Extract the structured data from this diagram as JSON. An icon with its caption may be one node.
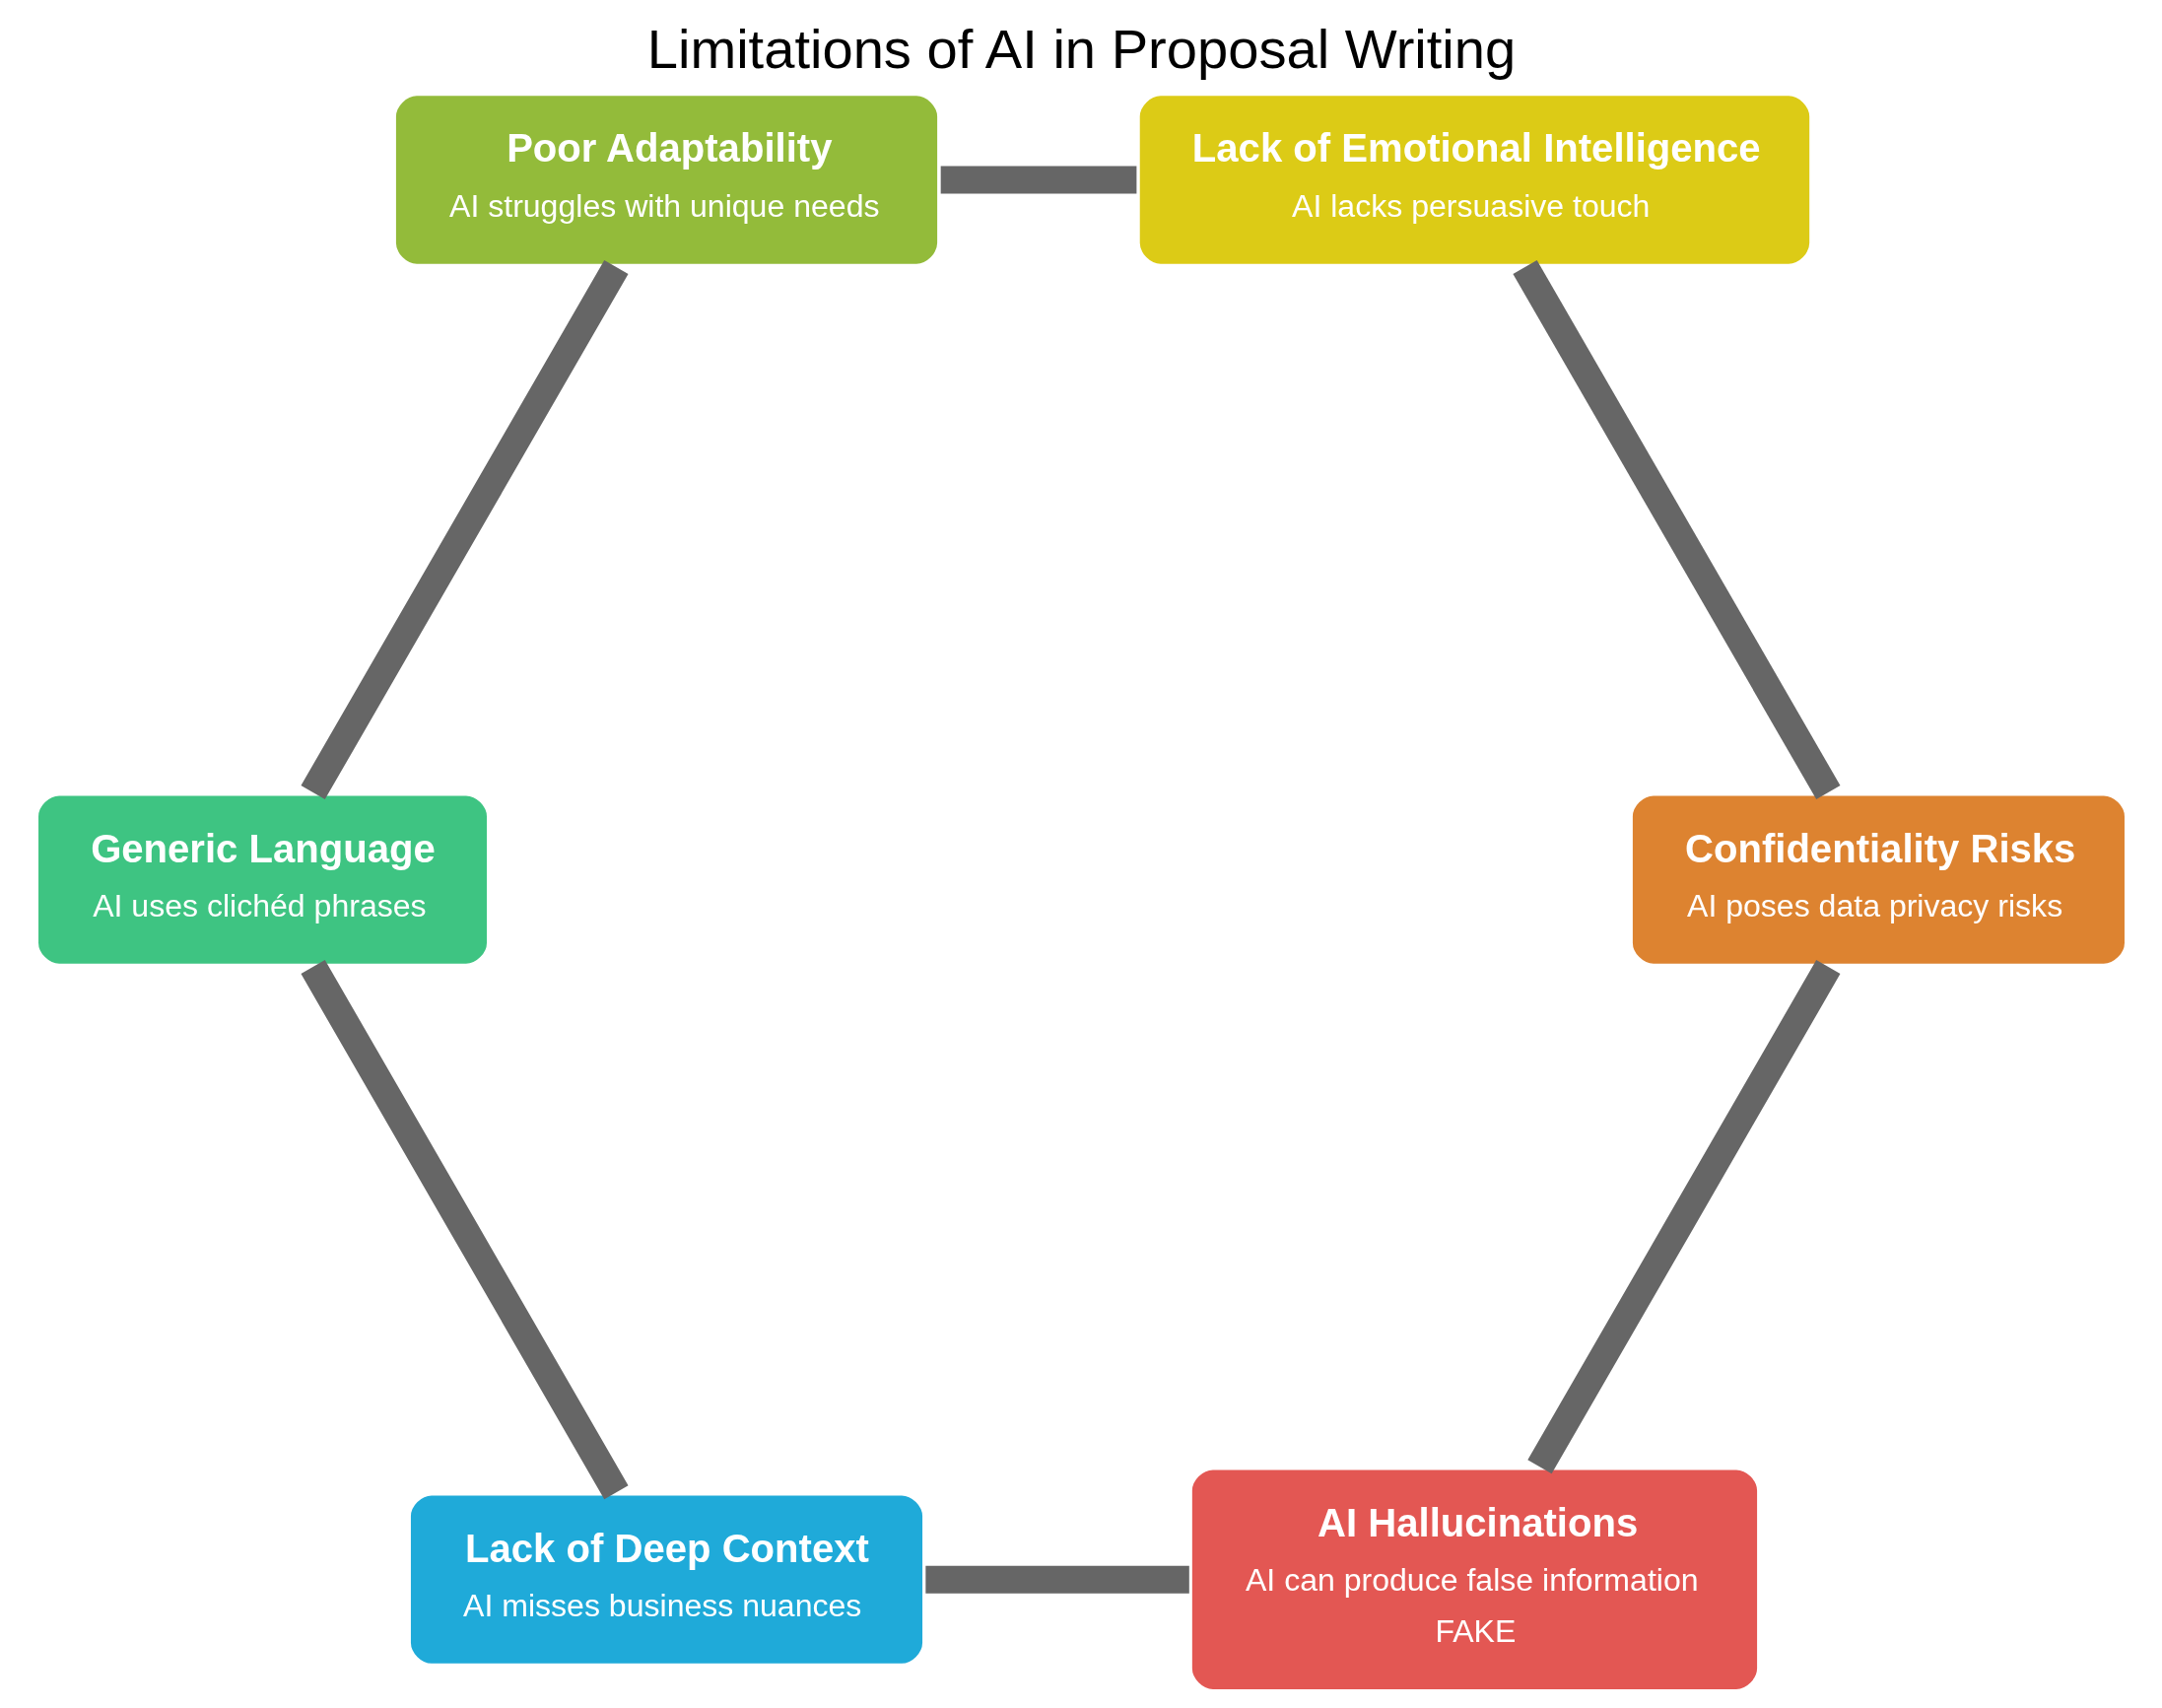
{
  "diagram": {
    "title": "Limitations of AI in Proposal Writing",
    "nodes": [
      {
        "text": [
          "AI Hallucinations",
          "AI can produce false information",
          "FAKE"
        ]
      },
      {
        "text": [
          "Lack of Deep Context",
          "AI misses business nuances"
        ]
      },
      {
        "text": [
          "Confidentiality Risks",
          "AI poses data privacy risks"
        ]
      },
      {
        "text": [
          "Generic Language",
          "AI uses clichéd phrases"
        ]
      },
      {
        "text": [
          "Lack of Emotional Intelligence",
          "AI lacks persuasive touch"
        ]
      },
      {
        "text": [
          "Poor Adaptability",
          "AI struggles with unique needs"
        ]
      }
    ],
    "edges": [
      {
        "from": 0,
        "to": 1,
        "arrow": "none"
      },
      {
        "from": 1,
        "to": 3,
        "arrow": "none"
      },
      {
        "from": 3,
        "to": 5,
        "arrow": "none"
      },
      {
        "from": 5,
        "to": 4,
        "arrow": "none"
      },
      {
        "from": 4,
        "to": 2,
        "arrow": "none"
      },
      {
        "from": 2,
        "to": 0,
        "arrow": "none"
      }
    ]
  }
}
